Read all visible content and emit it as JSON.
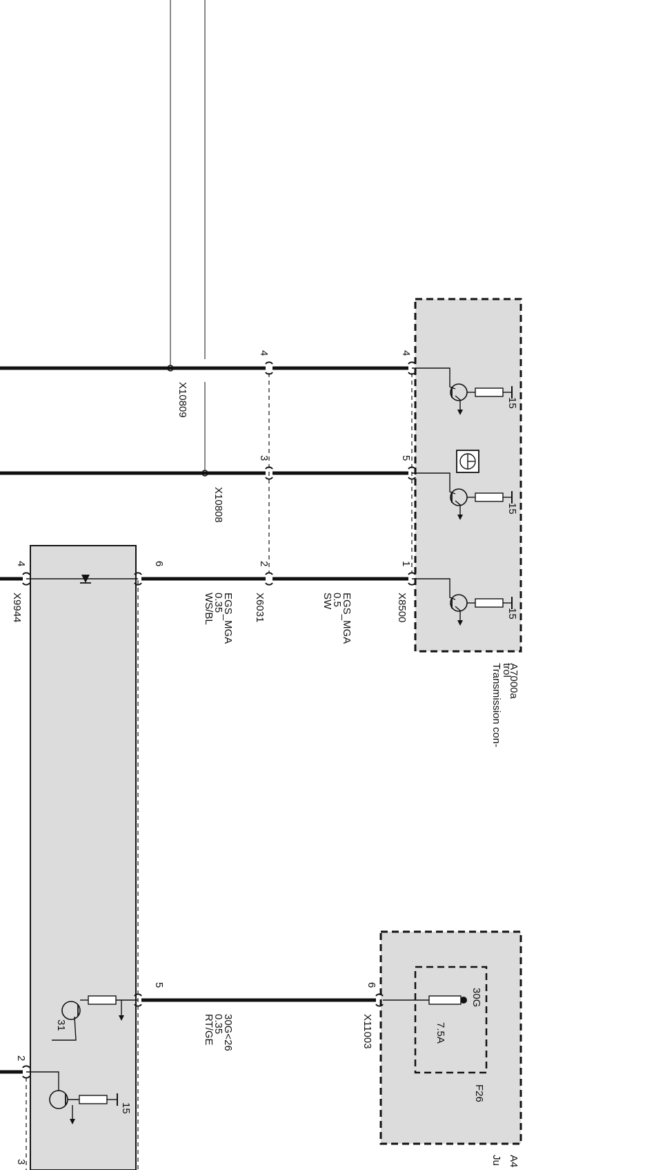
{
  "modules": {
    "transmission": {
      "id": "A7000a",
      "name": "Transmission con-\ntrol",
      "transistor_supply": "15"
    },
    "junction": {
      "id": "A4",
      "name": "Ju"
    },
    "fuse": {
      "id": "F26",
      "terminal": "30G",
      "rating": "7.5A"
    },
    "lower_module": {
      "ground_label": "31",
      "supply_label": "15"
    }
  },
  "connectors": {
    "x8500": "X8500",
    "x6031": "X6031",
    "x9944": "X9944",
    "x10809": "X10809",
    "x10808": "X10808",
    "x11003": "X11003"
  },
  "pins": {
    "a7000_pin4": "4",
    "a7000_pin5": "5",
    "a7000_pin1": "1",
    "x6031_pin4": "4",
    "x6031_pin3": "3",
    "x6031_pin2": "2",
    "lower_pin6": "6",
    "lower_pin5": "5",
    "lower_pin2": "2",
    "x9944_pin4": "4",
    "x9944_pin3": "3",
    "x11003_pin6": "6"
  },
  "wires": {
    "egs_upper": {
      "signal": "EGS_MGA",
      "gauge": "0.5",
      "color": "SW"
    },
    "egs_lower": {
      "signal": "EGS_MGA",
      "gauge": "0.35",
      "color": "WS/BL"
    },
    "supply": {
      "signal": "30G<26",
      "gauge": "0.35",
      "color": "RT/GE"
    }
  }
}
